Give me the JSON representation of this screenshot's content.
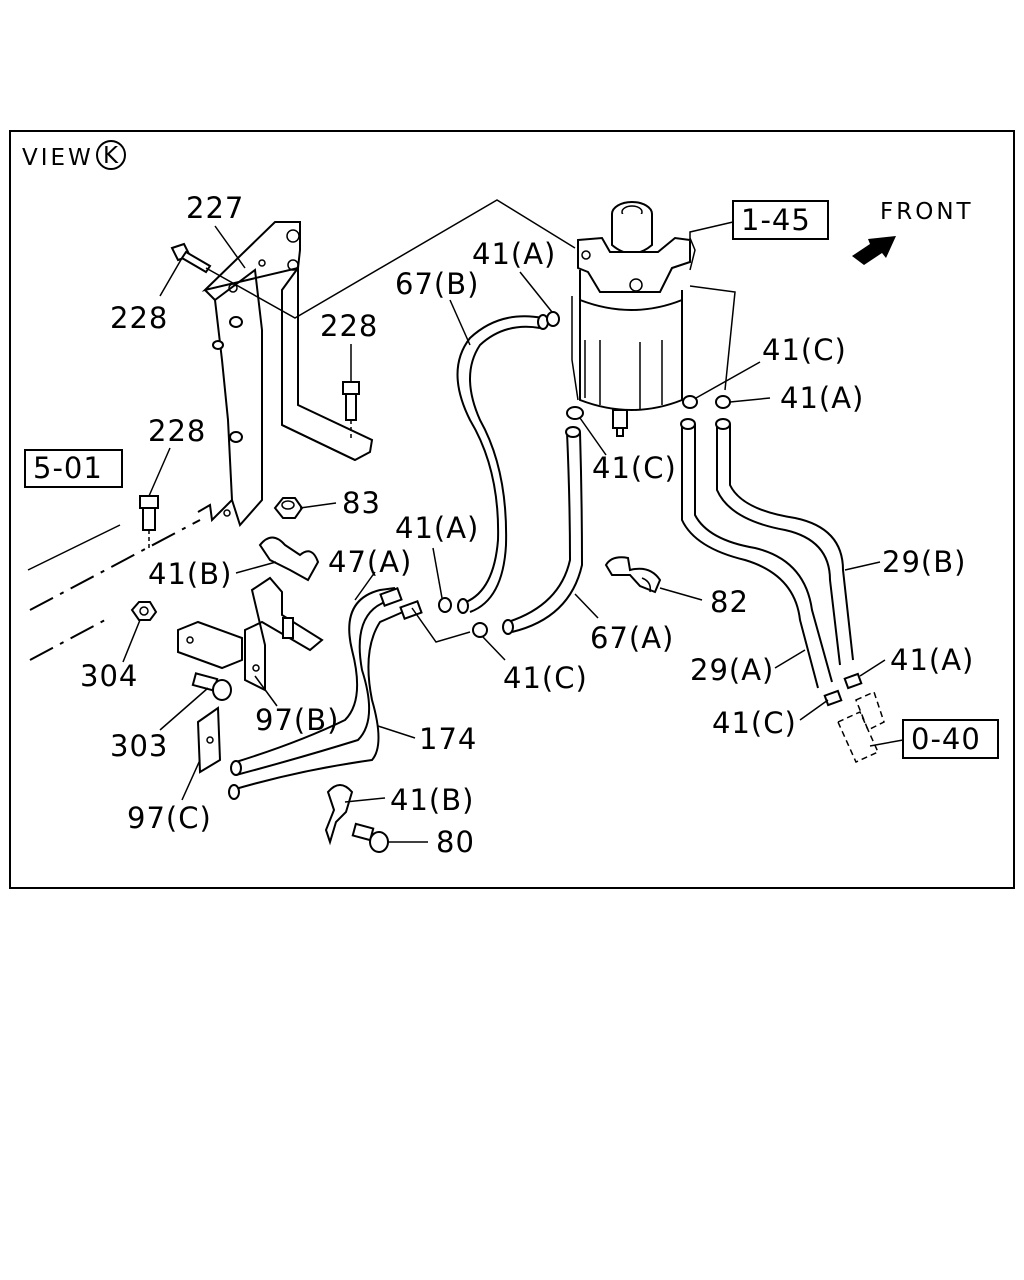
{
  "view": {
    "prefix": "VIEW",
    "letter": "K"
  },
  "direction": {
    "label": "FRONT"
  },
  "refs": {
    "r1": "1-45",
    "r2": "5-01",
    "r3": "0-40"
  },
  "parts": {
    "p227": "227",
    "p228a": "228",
    "p228b": "228",
    "p228c": "228",
    "p83": "83",
    "p41b_1": "41(B)",
    "p304": "304",
    "p303": "303",
    "p97c": "97(C)",
    "p97b": "97(B)",
    "p47a": "47(A)",
    "p174": "174",
    "p41b_2": "41(B)",
    "p80": "80",
    "p67b": "67(B)",
    "p41a_1": "41(A)",
    "p41a_2": "41(A)",
    "p41c_1": "41(C)",
    "p67a": "67(A)",
    "p41c_2": "41(C)",
    "p82": "82",
    "p41c_3": "41(C)",
    "p41a_3": "41(A)",
    "p29b": "29(B)",
    "p29a": "29(A)",
    "p41a_4": "41(A)",
    "p41c_4": "41(C)"
  }
}
